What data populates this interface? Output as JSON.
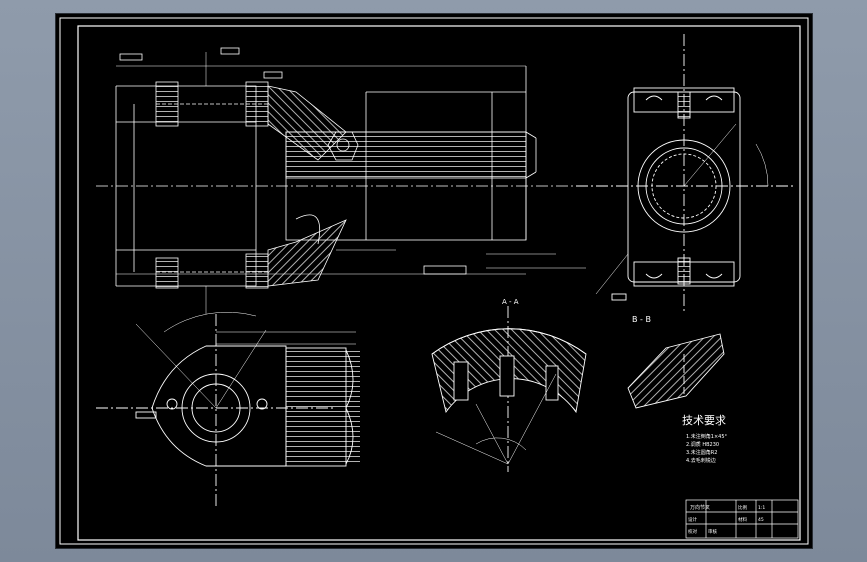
{
  "labels": {
    "section_aa": "A - A",
    "section_bb": "B - B",
    "tech_title": "技术要求",
    "tech_lines": [
      "1.未注倒角1×45°",
      "2.调质 HB230",
      "3.未注圆角R2",
      "4.去毛刺锐边"
    ],
    "tb_title": "万向节叉",
    "tb_cells": [
      "设计",
      "校对",
      "审核",
      "比例",
      "1:1",
      "材料",
      "45"
    ]
  },
  "colors": {
    "sheet": "#000000",
    "line": "#ffffff",
    "dim": "#ffffff"
  }
}
